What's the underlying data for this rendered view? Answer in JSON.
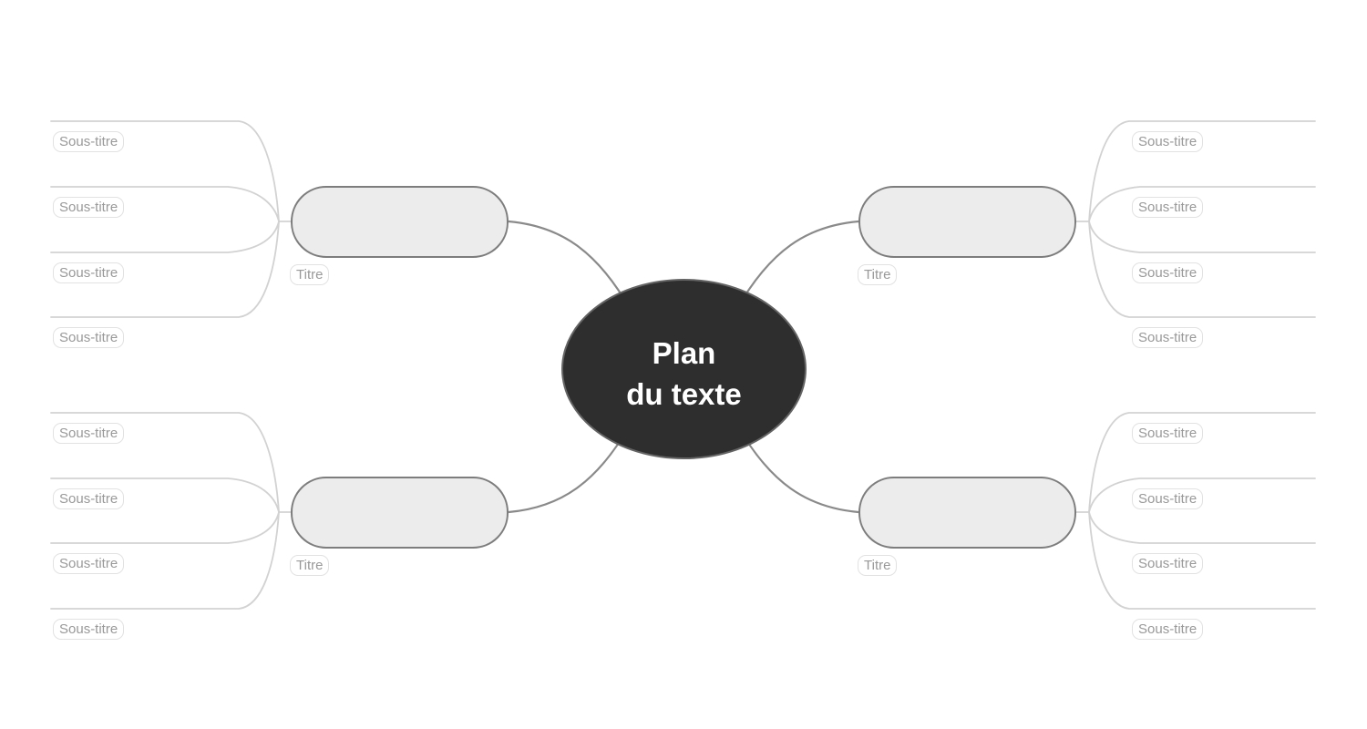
{
  "colors": {
    "canvas_bg": "#ffffff",
    "central_fill": "#2e2e2e",
    "central_border": "#646464",
    "central_text": "#ffffff",
    "branch_fill": "#ececec",
    "branch_border": "#7d7d7d",
    "branch_connector": "#8a8a8a",
    "sub_connector": "#d2d2d2",
    "pill_bg": "#ffffff",
    "pill_border": "#e2e2e2",
    "pill_text": "#999999"
  },
  "central_node": {
    "line1": "Plan",
    "line2": "du texte"
  },
  "branches": [
    {
      "position": "top-left",
      "title": "Titre",
      "subtitles": [
        "Sous-titre",
        "Sous-titre",
        "Sous-titre",
        "Sous-titre"
      ]
    },
    {
      "position": "top-right",
      "title": "Titre",
      "subtitles": [
        "Sous-titre",
        "Sous-titre",
        "Sous-titre",
        "Sous-titre"
      ]
    },
    {
      "position": "bottom-left",
      "title": "Titre",
      "subtitles": [
        "Sous-titre",
        "Sous-titre",
        "Sous-titre",
        "Sous-titre"
      ]
    },
    {
      "position": "bottom-right",
      "title": "Titre",
      "subtitles": [
        "Sous-titre",
        "Sous-titre",
        "Sous-titre",
        "Sous-titre"
      ]
    }
  ]
}
